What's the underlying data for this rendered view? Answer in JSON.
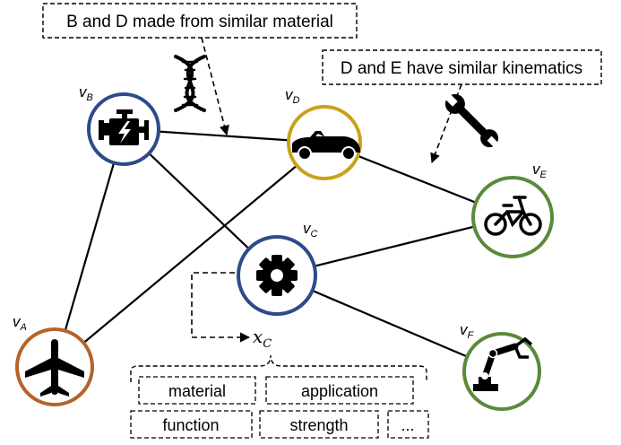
{
  "callouts": {
    "material_note": "B and D made from similar material",
    "kinematics_note": "D and E have similar kinematics"
  },
  "nodes": {
    "A": {
      "sub": "A",
      "icon": "airplane-icon",
      "color": "#B5632A"
    },
    "B": {
      "sub": "B",
      "icon": "engine-icon",
      "color": "#2E4A8A"
    },
    "C": {
      "sub": "C",
      "icon": "gear-icon",
      "color": "#2E4A8A"
    },
    "D": {
      "sub": "D",
      "icon": "car-icon",
      "color": "#C9A11C"
    },
    "E": {
      "sub": "E",
      "icon": "bicycle-icon",
      "color": "#5A8A3A"
    },
    "F": {
      "sub": "F",
      "icon": "robot-arm-icon",
      "color": "#5A8A3A"
    }
  },
  "node_label_prefix": "v",
  "feature": {
    "symbol": "x",
    "subscript": "C",
    "attributes": [
      "material",
      "application",
      "function",
      "strength",
      "..."
    ]
  },
  "annotation_icons": [
    "dna-icon",
    "wrench-icon"
  ]
}
